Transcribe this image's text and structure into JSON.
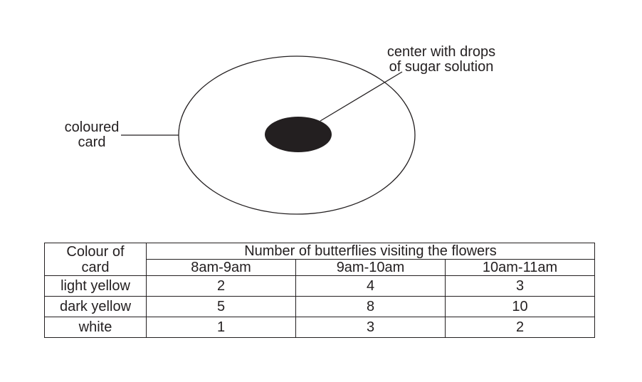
{
  "diagram": {
    "labels": {
      "center": [
        "center with drops",
        "of sugar solution"
      ],
      "card": [
        "coloured",
        "card"
      ]
    },
    "colors": {
      "ink": "#231f20",
      "center_fill": "#231f20"
    }
  },
  "table": {
    "row_header": [
      "Colour of",
      "card"
    ],
    "group_header": "Number of butterflies visiting the flowers",
    "columns": [
      "8am-9am",
      "9am-10am",
      "10am-11am"
    ],
    "rows": [
      {
        "label": "light yellow",
        "values": [
          "2",
          "4",
          "3"
        ]
      },
      {
        "label": "dark yellow",
        "values": [
          "5",
          "8",
          "10"
        ]
      },
      {
        "label": "white",
        "values": [
          "1",
          "3",
          "2"
        ]
      }
    ]
  }
}
